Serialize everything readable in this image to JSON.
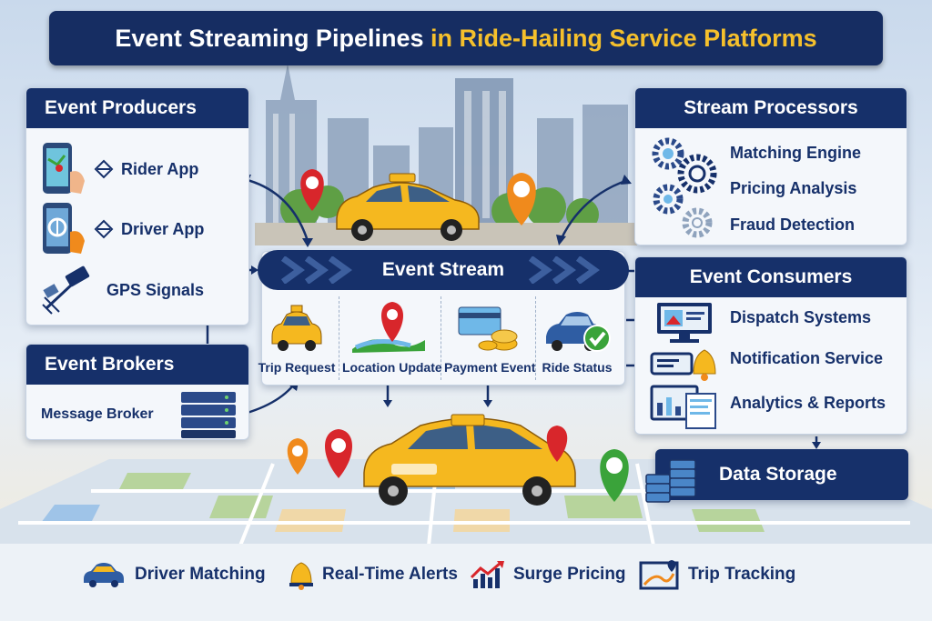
{
  "title": {
    "part1": "Event Streaming Pipelines",
    "part2": "in Ride-Hailing Service Platforms"
  },
  "producers": {
    "header": "Event Producers",
    "items": [
      "Rider App",
      "Driver App",
      "GPS Signals"
    ]
  },
  "brokers": {
    "header": "Event Brokers",
    "item": "Message Broker"
  },
  "stream": {
    "header": "Event Stream",
    "events": [
      "Trip Request",
      "Location Update",
      "Payment Event",
      "Ride Status"
    ]
  },
  "processors": {
    "header": "Stream Processors",
    "items": [
      "Matching Engine",
      "Pricing Analysis",
      "Fraud Detection"
    ]
  },
  "consumers": {
    "header": "Event Consumers",
    "items": [
      "Dispatch Systems",
      "Notification Service",
      "Analytics & Reports"
    ]
  },
  "storage": {
    "label": "Data Storage"
  },
  "bottom": [
    "Driver Matching",
    "Real-Time Alerts",
    "Surge Pricing",
    "Trip Tracking"
  ],
  "colors": {
    "navy": "#16306a",
    "taxi_yellow": "#f5b81f",
    "pin_red": "#d8262b",
    "pin_orange": "#f08a1c",
    "pin_green": "#3aa33a"
  }
}
